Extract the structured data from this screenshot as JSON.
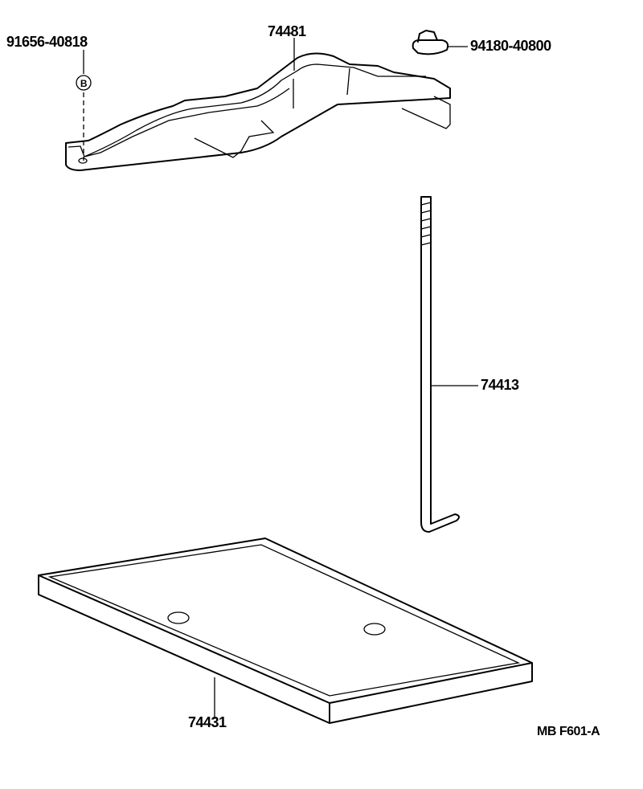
{
  "diagram": {
    "parts": [
      {
        "number": "91656-40818",
        "callout_symbol": "B"
      },
      {
        "number": "74481"
      },
      {
        "number": "94180-40800"
      },
      {
        "number": "74413"
      },
      {
        "number": "74431"
      }
    ],
    "reference_code": "MB F601-A"
  },
  "colors": {
    "line": "#000000",
    "background": "#ffffff"
  }
}
